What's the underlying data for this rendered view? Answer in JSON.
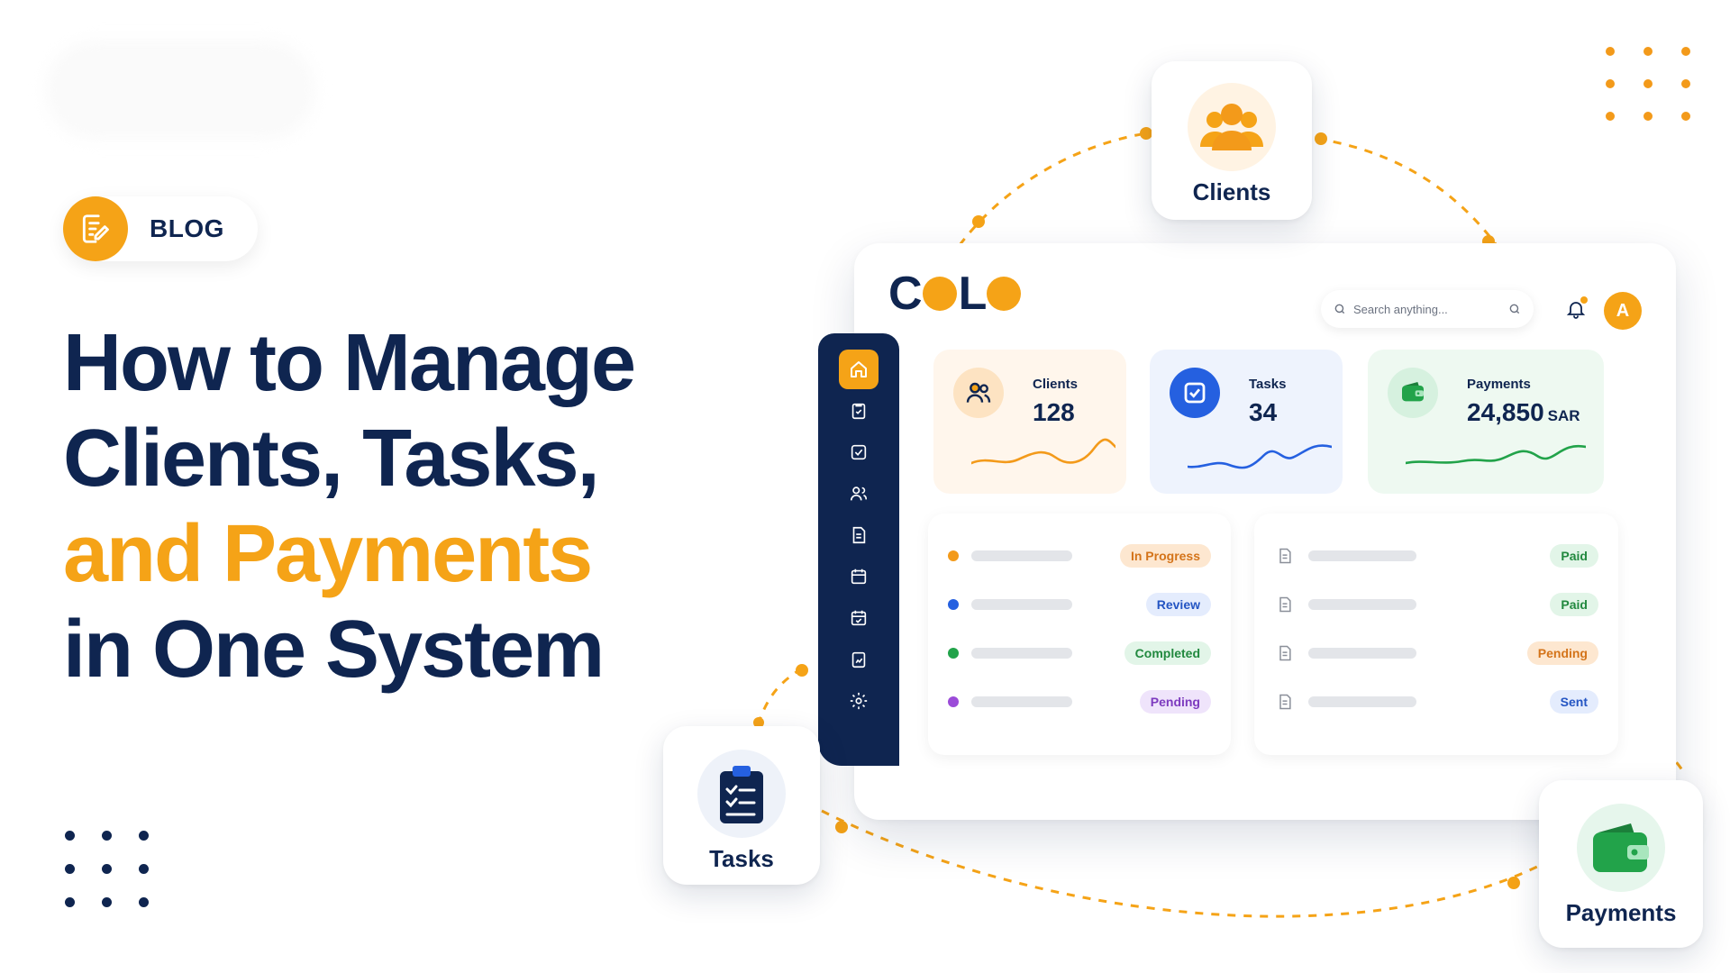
{
  "colors": {
    "navy": "#0f2550",
    "orange": "#f5a317",
    "blue": "#2560e0",
    "green": "#22a34a",
    "purple": "#9b4bd8"
  },
  "badge": {
    "icon": "blog-edit-icon",
    "label": "BLOG"
  },
  "headline": {
    "line1": "How to Manage",
    "line2": "Clients, Tasks,",
    "line3": "and Payments",
    "line4": "in One System"
  },
  "feature_cards": {
    "clients": {
      "label": "Clients",
      "icon": "users-icon"
    },
    "tasks": {
      "label": "Tasks",
      "icon": "clipboard-checklist-icon"
    },
    "payments": {
      "label": "Payments",
      "icon": "wallet-icon"
    }
  },
  "dashboard": {
    "logo": {
      "letters": [
        "C",
        "O",
        "L",
        "O"
      ]
    },
    "search": {
      "placeholder": "Search anything..."
    },
    "avatar_initial": "A",
    "sidebar": {
      "items": [
        {
          "icon": "home-icon",
          "active": true
        },
        {
          "icon": "task-check-icon",
          "active": false
        },
        {
          "icon": "checkbox-icon",
          "active": false
        },
        {
          "icon": "users-icon",
          "active": false
        },
        {
          "icon": "document-icon",
          "active": false
        },
        {
          "icon": "calendar-icon",
          "active": false
        },
        {
          "icon": "calendar-check-icon",
          "active": false
        },
        {
          "icon": "chart-clipboard-icon",
          "active": false
        },
        {
          "icon": "settings-icon",
          "active": false
        }
      ]
    },
    "stats": {
      "clients": {
        "label": "Clients",
        "value": "128"
      },
      "tasks": {
        "label": "Tasks",
        "value": "34"
      },
      "payments": {
        "label": "Payments",
        "value": "24,850",
        "unit": "SAR"
      }
    },
    "task_list": [
      {
        "dot_color": "#f39a1a",
        "status": "In Progress"
      },
      {
        "dot_color": "#2560e0",
        "status": "Review"
      },
      {
        "dot_color": "#22a34a",
        "status": "Completed"
      },
      {
        "dot_color": "#9b4bd8",
        "status": "Pending"
      }
    ],
    "payment_list": [
      {
        "icon": "invoice-icon",
        "status": "Paid"
      },
      {
        "icon": "invoice-icon",
        "status": "Paid"
      },
      {
        "icon": "invoice-icon",
        "status": "Pending"
      },
      {
        "icon": "invoice-icon",
        "status": "Sent"
      }
    ]
  }
}
